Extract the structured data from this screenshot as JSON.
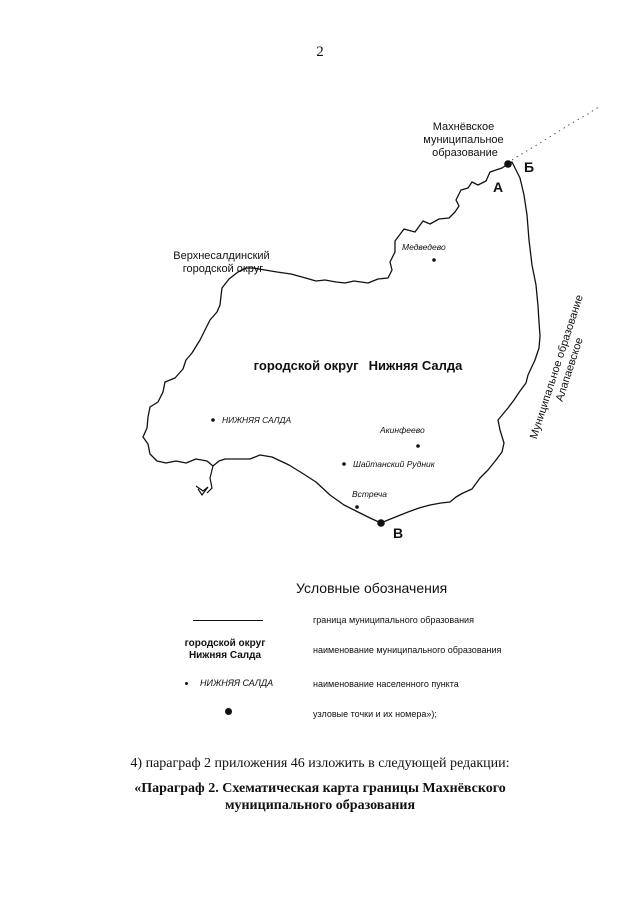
{
  "page": {
    "number": "2"
  },
  "map": {
    "neighbors": {
      "north": "Махнёвское муниципальное образование",
      "west": "Верхнесалдинский городской округ",
      "east": "Муниципальное образование Алапаевское"
    },
    "north_lines": [
      "Махнёвское",
      "муниципальное",
      "образование"
    ],
    "west_lines": [
      "Верхнесалдинский",
      "городской округ"
    ],
    "east_lines": [
      "Муниципальное образование",
      "Алапаевское"
    ],
    "district": {
      "part1": "городской округ",
      "part2": "Нижняя Салда"
    },
    "settlements": [
      {
        "name": "Медведево"
      },
      {
        "name": "НИЖНЯЯ САЛДА"
      },
      {
        "name": "Акинфеево"
      },
      {
        "name": "Шайтанский Рудник"
      },
      {
        "name": "Встреча"
      }
    ],
    "nodes": {
      "a": "А",
      "b": "Б",
      "v": "В"
    }
  },
  "legend": {
    "title": "Условные обозначения",
    "rows": [
      {
        "desc": "граница муниципального образования"
      },
      {
        "name_line1": "городской округ",
        "name_line2": "Нижняя Салда",
        "desc": "наименование муниципального образования"
      },
      {
        "place_sample": "НИЖНЯЯ САЛДА",
        "desc": "наименование населенного пункта"
      },
      {
        "desc": "узловые точки и их номера»);"
      }
    ]
  },
  "text": {
    "paragraph": "4) параграф 2 приложения 46 изложить в следующей редакции:",
    "heading_line1": "«Параграф 2. Схематическая карта границы Махнёвского",
    "heading_line2": "муниципального образования"
  }
}
